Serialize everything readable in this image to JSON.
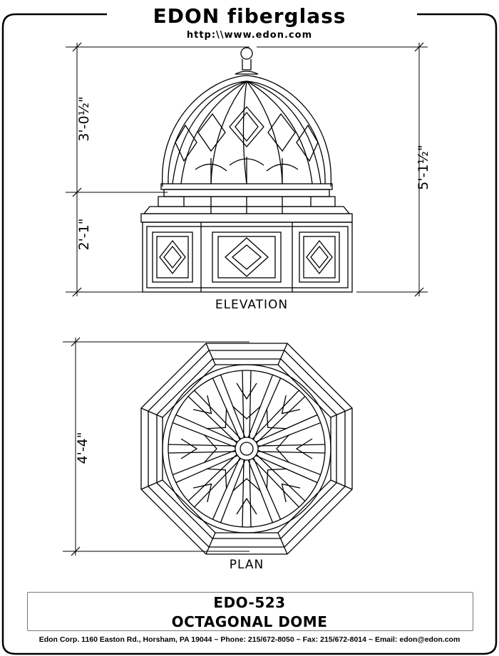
{
  "header": {
    "brand": "EDON fiberglass",
    "url": "http:\\\\www.edon.com"
  },
  "drawing": {
    "elevation_label": "ELEVATION",
    "plan_label": "PLAN",
    "dim_dome_height": "3'-0½\"",
    "dim_base_height": "2'-1\"",
    "dim_total_height": "5'-1½\"",
    "dim_plan_width": "4'-4\""
  },
  "title_block": {
    "model": "EDO-523",
    "name": "OCTAGONAL DOME"
  },
  "footer": {
    "contact": "Edon Corp. 1160 Easton Rd., Horsham, PA 19044 ~ Phone: 215/672-8050 ~ Fax: 215/672-8014 ~ Email: edon@edon.com"
  }
}
